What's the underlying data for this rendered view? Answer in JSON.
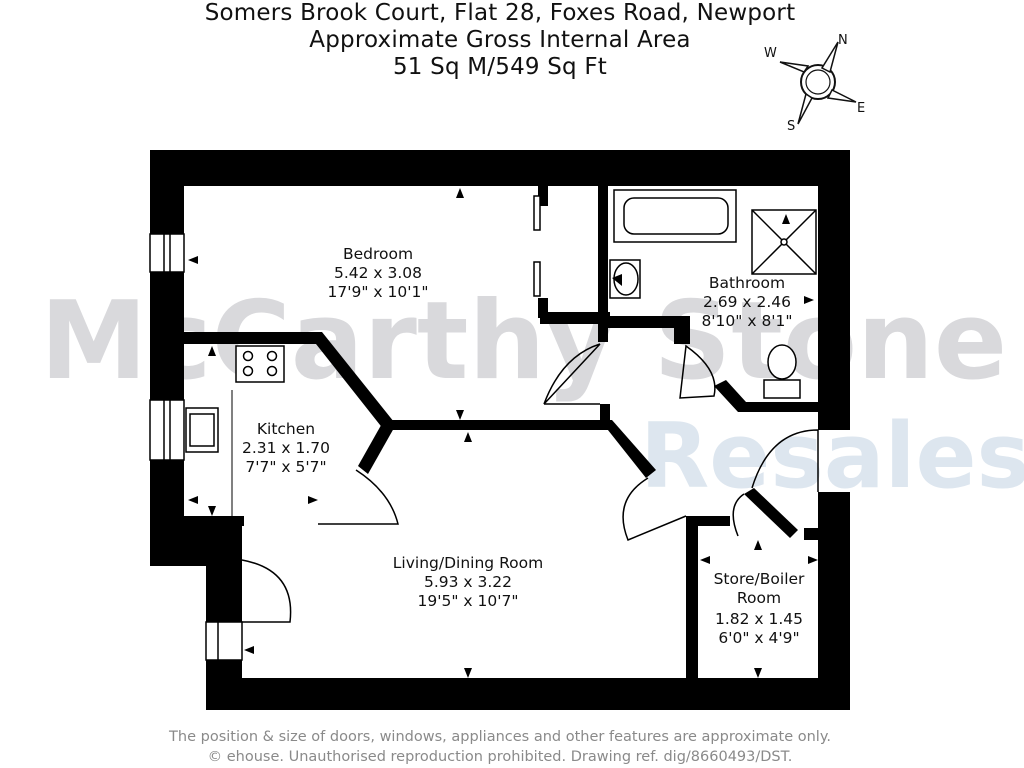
{
  "header": {
    "address": "Somers Brook Court, Flat 28, Foxes Road, Newport",
    "area_title": "Approximate Gross Internal Area",
    "area_value": "51 Sq M/549 Sq Ft"
  },
  "compass": {
    "n": "N",
    "e": "E",
    "s": "S",
    "w": "W"
  },
  "watermark": {
    "line1": "McCarthy Stone",
    "line2": "Resales",
    "color1": "#d9d9dc",
    "color2": "#dde6ef"
  },
  "rooms": {
    "bedroom": {
      "name": "Bedroom",
      "metric": "5.42 x 3.08",
      "imperial": "17'9\" x 10'1\""
    },
    "bathroom": {
      "name": "Bathroom",
      "metric": "2.69 x 2.46",
      "imperial": "8'10\" x 8'1\""
    },
    "kitchen": {
      "name": "Kitchen",
      "metric": "2.31 x 1.70",
      "imperial": "7'7\" x 5'7\""
    },
    "living": {
      "name": "Living/Dining Room",
      "metric": "5.93 x 3.22",
      "imperial": "19'5\" x 10'7\""
    },
    "store": {
      "name_line1": "Store/Boiler",
      "name_line2": "Room",
      "metric": "1.82 x 1.45",
      "imperial": "6'0\" x 4'9\""
    }
  },
  "footer": {
    "line1": "The position & size of doors, windows, appliances and other features are approximate only.",
    "line2": "© ehouse. Unauthorised reproduction prohibited. Drawing ref. dig/8660493/DST."
  },
  "colors": {
    "wall": "#000000",
    "background": "#ffffff",
    "text": "#111111",
    "footer_text": "#8a8a8a"
  }
}
